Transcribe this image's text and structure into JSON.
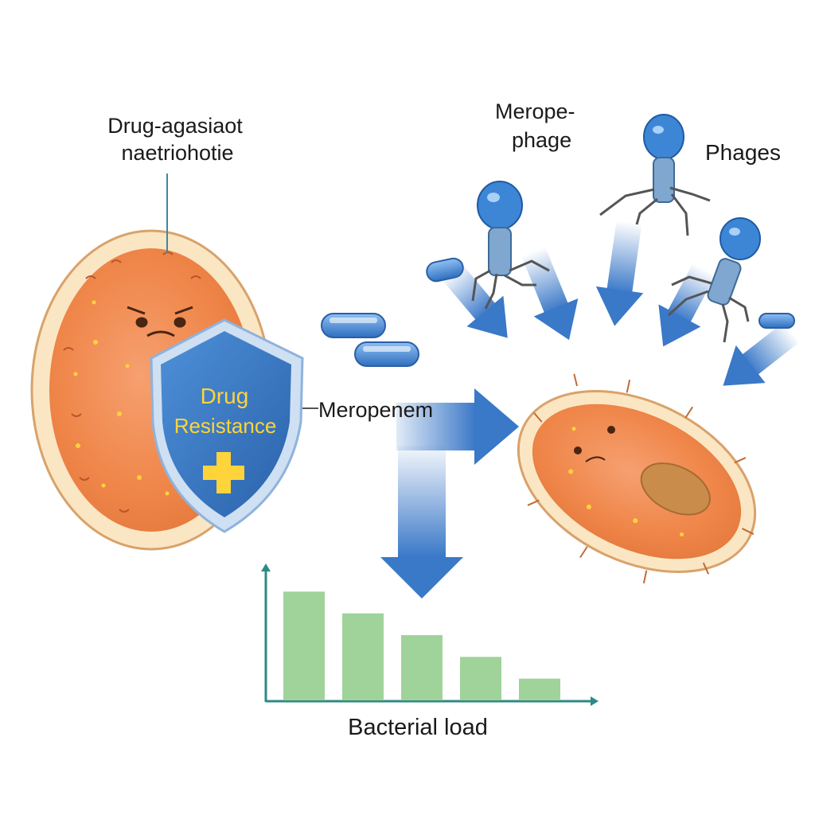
{
  "labels": {
    "resistant_bacterium_line1": "Drug-agasiaot",
    "resistant_bacterium_line2": "naetriohotie",
    "phage_label_line1": "Merope-",
    "phage_label_line2": "phage",
    "phages": "Phages",
    "meropenem": "Meropenem",
    "bacterial_load": "Bacterial load"
  },
  "shield": {
    "line1": "Drug",
    "line2": "Resistance",
    "symbol": "plus-cross"
  },
  "colors": {
    "bacterium_fill": "#f08a4f",
    "bacterium_rim": "#f7d9a8",
    "shield_blue": "#2f6fb8",
    "shield_text": "#ffd43a",
    "pill_blue": "#3a7fd0",
    "phage_head": "#3d86d6",
    "arrow_blue": "#3a78c8",
    "bar_green": "#9fd39a",
    "axis_teal": "#2e8a84"
  },
  "chart_data": {
    "type": "bar",
    "title": "",
    "xlabel": "Bacterial load",
    "ylabel": "",
    "categories": [
      "",
      "",
      "",
      "",
      ""
    ],
    "values": [
      100,
      80,
      60,
      40,
      20
    ],
    "ylim": [
      0,
      120
    ],
    "grid": false
  }
}
